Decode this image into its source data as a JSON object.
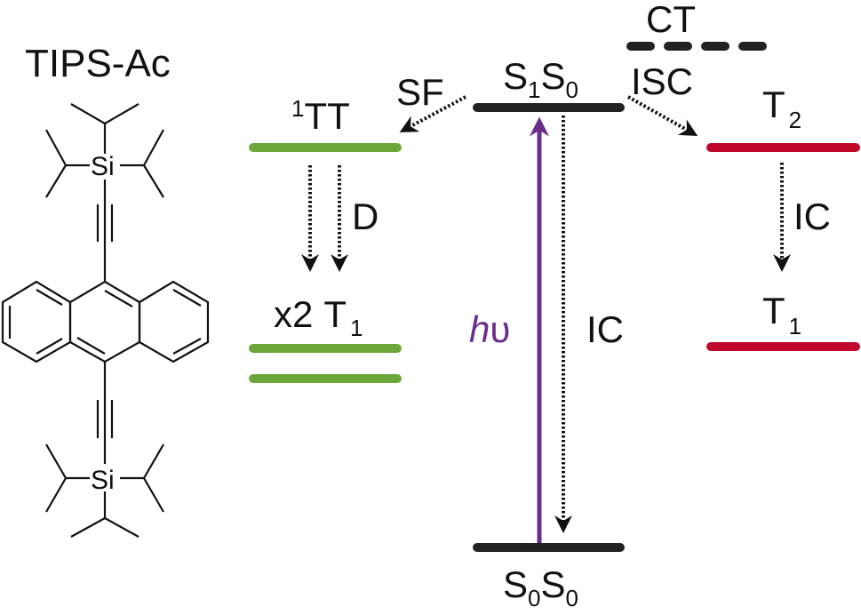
{
  "molecule": {
    "name": "TIPS-Ac",
    "atom_label": "Si"
  },
  "states": {
    "s1s0": {
      "main1": "S",
      "sub1": "1",
      "main2": "S",
      "sub2": "0"
    },
    "s0s0": {
      "main1": "S",
      "sub1": "0",
      "main2": "S",
      "sub2": "0"
    },
    "tt": {
      "sup": "1",
      "main": "TT"
    },
    "t1_pair": {
      "prefix": "x2",
      "main": "T",
      "sub": "1"
    },
    "t2": {
      "main": "T",
      "sub": "2"
    },
    "t1": {
      "main": "T",
      "sub": "1"
    },
    "ct": "CT"
  },
  "processes": {
    "sf": "SF",
    "isc": "ISC",
    "d": "D",
    "ic_center": "IC",
    "ic_right": "IC",
    "hv_h": "h",
    "hv_v": "υ"
  },
  "colors": {
    "singlet_fission": "#6aa63a",
    "triplet": "#c0082a",
    "excitation": "#6b2d8a",
    "ground": "#222222"
  }
}
